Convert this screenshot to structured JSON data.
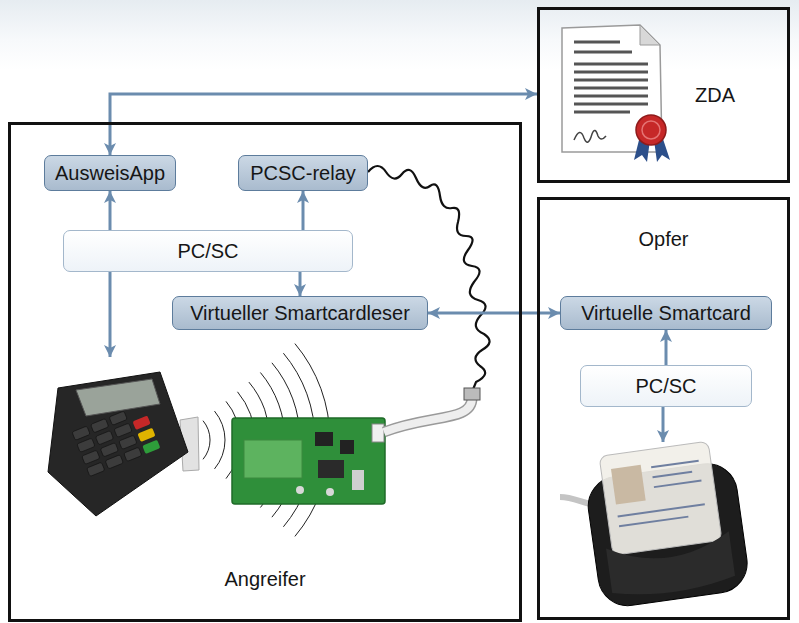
{
  "diagram": {
    "nodes": [
      {
        "text": [
          "ZDA"
        ]
      },
      {
        "text": [
          "Angreifer"
        ]
      },
      {
        "text": [
          "AusweisApp"
        ],
        "in": 1
      },
      {
        "text": [
          "PCSC-relay"
        ],
        "in": 1
      },
      {
        "text": [
          "PC/SC"
        ],
        "in": 1
      },
      {
        "text": [
          "Virtueller Smartcardleser"
        ],
        "in": 1
      },
      {
        "text": [
          "Opfer"
        ]
      },
      {
        "text": [
          "Virtuelle Smartcard"
        ],
        "in": 6
      },
      {
        "text": [
          "PC/SC"
        ],
        "in": 6
      }
    ],
    "edges": [
      {
        "from": 2,
        "to": 0,
        "arrow": "both"
      },
      {
        "from": 4,
        "to": 2,
        "arrow": "to"
      },
      {
        "from": 4,
        "to": 3,
        "arrow": "to"
      },
      {
        "from": 4,
        "to": 5,
        "arrow": "to"
      },
      {
        "from": 5,
        "to": 7,
        "arrow": "both"
      },
      {
        "from": 8,
        "to": 7,
        "arrow": "to"
      }
    ]
  }
}
